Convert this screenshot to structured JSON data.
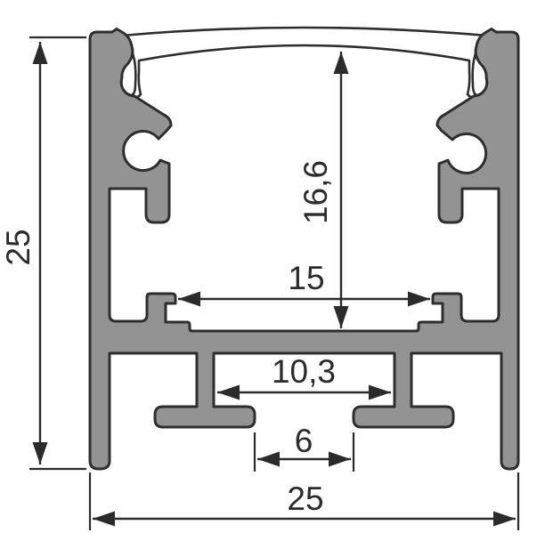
{
  "diagram": {
    "type": "technical-cross-section",
    "subject": "aluminum LED strip mounting profile, dimensioned cross-section drawing",
    "units_shown": false,
    "dimensions": {
      "overall_height": {
        "label": "25",
        "orientation": "vertical",
        "position": "left"
      },
      "inner_height": {
        "label": "16,6",
        "orientation": "vertical",
        "position": "center"
      },
      "inner_top_width": {
        "label": "15",
        "orientation": "horizontal",
        "position": "middle"
      },
      "bottom_channel_width": {
        "label": "10,3",
        "orientation": "horizontal",
        "position": "lower-middle"
      },
      "bottom_slot_width": {
        "label": "6",
        "orientation": "horizontal",
        "position": "bottom-center"
      },
      "overall_width": {
        "label": "25",
        "orientation": "horizontal",
        "position": "bottom"
      }
    },
    "colors": {
      "background": "#ffffff",
      "profile_fill": "#939393",
      "outline": "#2e2e2e",
      "line_color": "#2b2b2b"
    }
  }
}
